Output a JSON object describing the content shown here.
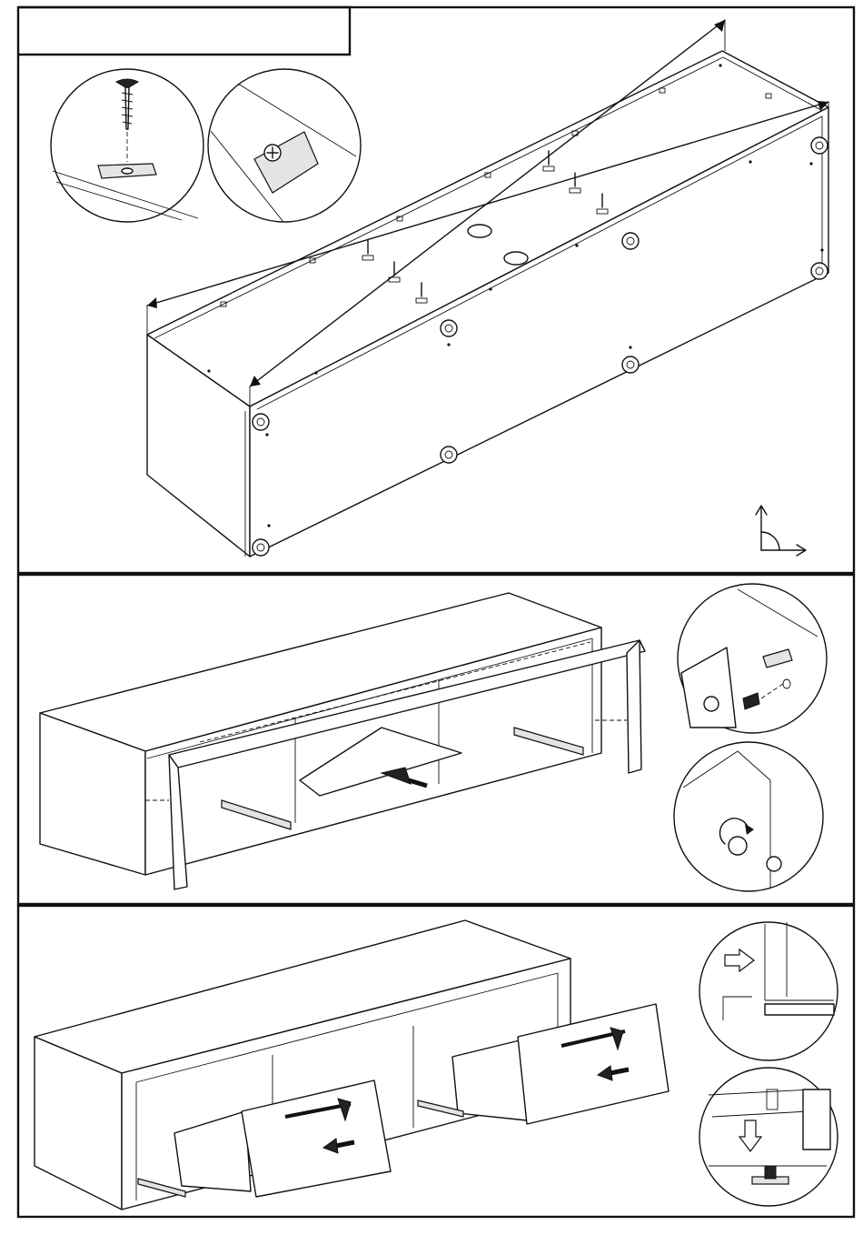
{
  "document": {
    "steps": [
      {
        "id": "step-1",
        "title": "",
        "kind": "assemble-back-and-base"
      },
      {
        "id": "step-2",
        "title": "",
        "kind": "fit-shelf-and-front-frame"
      },
      {
        "id": "step-3",
        "title": "",
        "kind": "hang-drawer-fronts"
      }
    ],
    "icons": [
      "screw-icon",
      "hinge-plate-icon",
      "cam-lock-icon",
      "dowel-icon",
      "bolt-icon",
      "rotate-arrow-icon",
      "slide-arrow-icon",
      "down-arrow-icon",
      "angle-90-icon"
    ]
  },
  "colors": {
    "line": "#111111",
    "background": "#ffffff",
    "fill": "#e4e4e4"
  }
}
